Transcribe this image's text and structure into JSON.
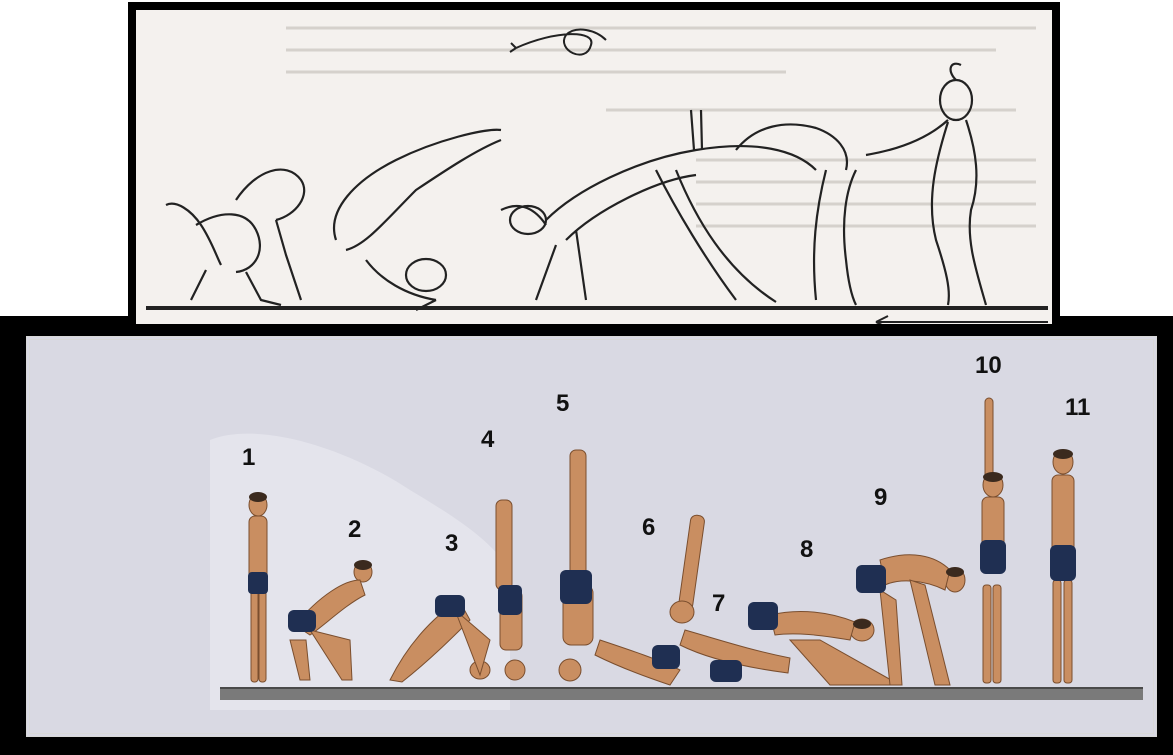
{
  "top_sketch": {
    "background_text_faded": true
  },
  "sequence": {
    "step_labels": [
      "1",
      "2",
      "3",
      "4",
      "5",
      "6",
      "7",
      "8",
      "9",
      "10",
      "11"
    ]
  },
  "colors": {
    "frame": "#000000",
    "sketch_bg": "#f4f1ee",
    "render_bg": "#d9d9e3",
    "skin": "#c98e61",
    "shorts": "#1f2f52",
    "floor": "#7a7a7a"
  }
}
